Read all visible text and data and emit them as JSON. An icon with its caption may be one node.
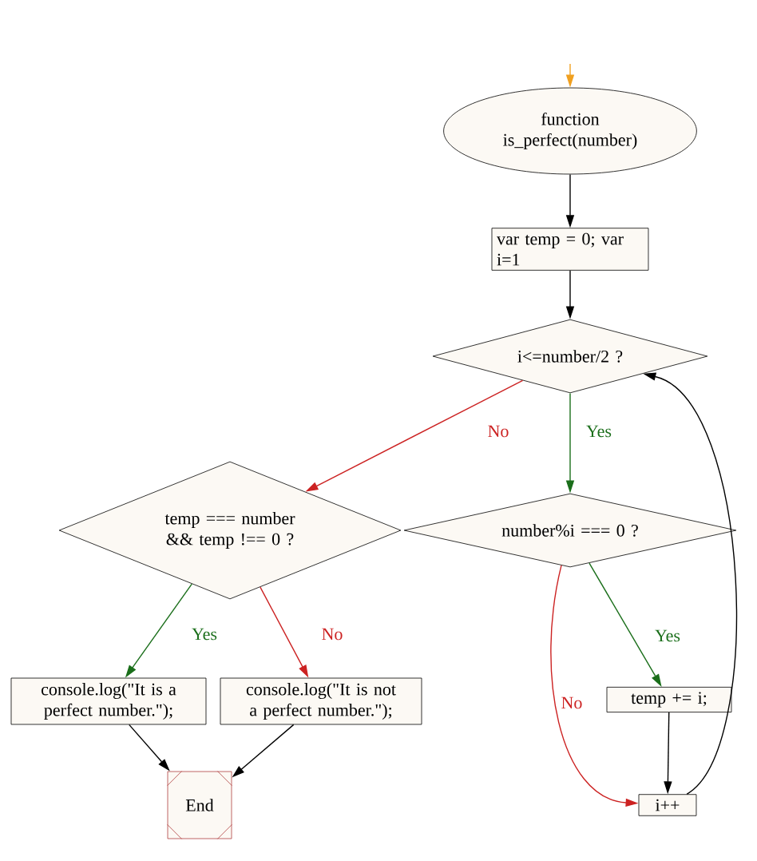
{
  "diagram": {
    "nodes": [
      {
        "text": [
          "function is_perfect(number)"
        ]
      },
      {
        "text": [
          "var temp = 0; var i=1"
        ]
      },
      {
        "text": [
          "i<=number/2 ?"
        ]
      },
      {
        "text": [
          "temp === number && temp !== 0 ?"
        ]
      },
      {
        "text": [
          "number%i === 0 ?"
        ]
      },
      {
        "text": [
          "console.log(\"It is a perfect number.\");"
        ]
      },
      {
        "text": [
          "console.log(\"It is not a perfect number.\");"
        ]
      },
      {
        "text": [
          "End"
        ]
      },
      {
        "text": [
          "temp += i;"
        ]
      },
      {
        "text": [
          "i++"
        ]
      }
    ],
    "edges": [
      {
        "from": null,
        "to": 0,
        "arrow": "to",
        "color": "#f0a020"
      },
      {
        "from": 0,
        "to": 1,
        "arrow": "to"
      },
      {
        "from": 1,
        "to": 2,
        "arrow": "to"
      },
      {
        "from": 2,
        "to": 3,
        "arrow": "to",
        "label": "No",
        "color": "#cc2222"
      },
      {
        "from": 2,
        "to": 4,
        "arrow": "to",
        "label": "Yes",
        "color": "#1a6e1a"
      },
      {
        "from": 3,
        "to": 5,
        "arrow": "to",
        "label": "Yes",
        "color": "#1a6e1a"
      },
      {
        "from": 3,
        "to": 6,
        "arrow": "to",
        "label": "No",
        "color": "#cc2222"
      },
      {
        "from": 5,
        "to": 7,
        "arrow": "to"
      },
      {
        "from": 6,
        "to": 7,
        "arrow": "to"
      },
      {
        "from": 4,
        "to": 8,
        "arrow": "to",
        "label": "Yes",
        "color": "#1a6e1a"
      },
      {
        "from": 4,
        "to": 9,
        "arrow": "to",
        "label": "No",
        "color": "#cc2222"
      },
      {
        "from": 8,
        "to": 9,
        "arrow": "to"
      },
      {
        "from": 9,
        "to": 2,
        "arrow": "to"
      }
    ]
  }
}
